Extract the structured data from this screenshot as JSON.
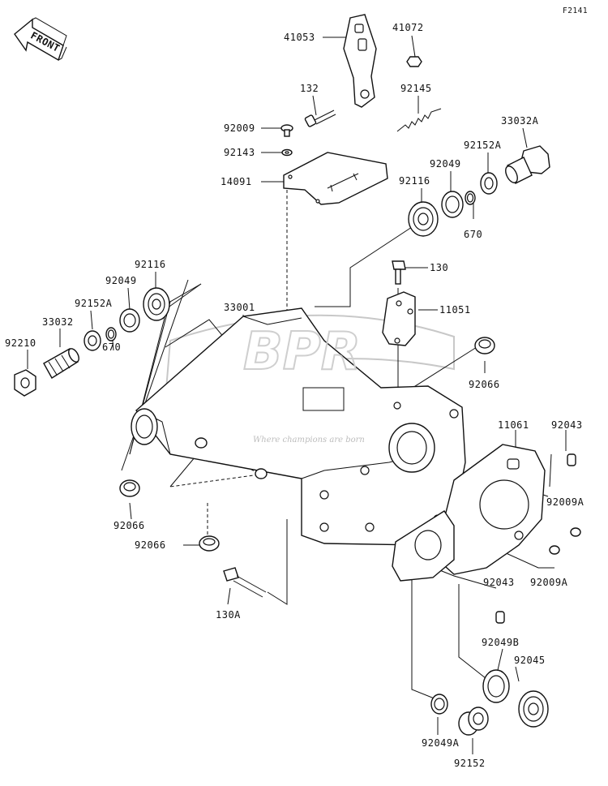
{
  "figure_code": "F2141",
  "front_arrow_text": "FRONT",
  "watermark": {
    "logo_text": "BPR",
    "tagline": "Where champions are born"
  },
  "callouts": [
    {
      "key": "p41053",
      "text": "41053"
    },
    {
      "key": "p41072",
      "text": "41072"
    },
    {
      "key": "p132",
      "text": "132"
    },
    {
      "key": "p92145",
      "text": "92145"
    },
    {
      "key": "p92009",
      "text": "92009"
    },
    {
      "key": "p33032A",
      "text": "33032A"
    },
    {
      "key": "p92143",
      "text": "92143"
    },
    {
      "key": "p92152A_r",
      "text": "92152A"
    },
    {
      "key": "p92049_r",
      "text": "92049"
    },
    {
      "key": "p14091",
      "text": "14091"
    },
    {
      "key": "p92116_r",
      "text": "92116"
    },
    {
      "key": "p670_r",
      "text": "670"
    },
    {
      "key": "p130",
      "text": "130"
    },
    {
      "key": "p92116_l",
      "text": "92116"
    },
    {
      "key": "p92049_l",
      "text": "92049"
    },
    {
      "key": "p11051",
      "text": "11051"
    },
    {
      "key": "p33001",
      "text": "33001"
    },
    {
      "key": "p92152A_l",
      "text": "92152A"
    },
    {
      "key": "p33032",
      "text": "33032"
    },
    {
      "key": "p92210",
      "text": "92210"
    },
    {
      "key": "p670_l",
      "text": "670"
    },
    {
      "key": "p92066_r",
      "text": "92066"
    },
    {
      "key": "p11061",
      "text": "11061"
    },
    {
      "key": "p92043_t",
      "text": "92043"
    },
    {
      "key": "p92066_l",
      "text": "92066"
    },
    {
      "key": "p92009A_t",
      "text": "92009A"
    },
    {
      "key": "p92066_b",
      "text": "92066"
    },
    {
      "key": "p92009A_b",
      "text": "92009A"
    },
    {
      "key": "p92043_b",
      "text": "92043"
    },
    {
      "key": "p130A",
      "text": "130A"
    },
    {
      "key": "p92049B",
      "text": "92049B"
    },
    {
      "key": "p92045",
      "text": "92045"
    },
    {
      "key": "p92049A",
      "text": "92049A"
    },
    {
      "key": "p92152",
      "text": "92152"
    }
  ]
}
